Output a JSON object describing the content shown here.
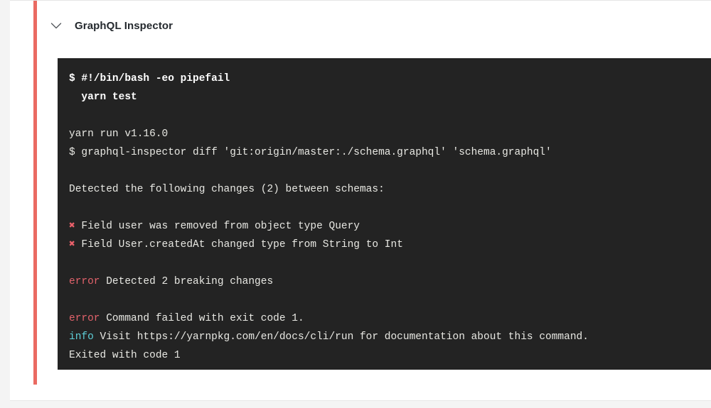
{
  "check": {
    "title": "GraphQL Inspector",
    "toggle_icon": "chevron-down-icon",
    "status_color": "#ea6a62"
  },
  "terminal": {
    "background_color": "#232323",
    "text_color": "#e8e8e3",
    "error_color": "#e2626b",
    "info_color": "#5ecfd8",
    "cross_glyph": "✖",
    "lines": [
      {
        "id": "l1",
        "kind": "command",
        "text": "$ #!/bin/bash -eo pipefail"
      },
      {
        "id": "l2",
        "kind": "command",
        "text": "  yarn test"
      },
      {
        "id": "l3",
        "kind": "blank",
        "text": ""
      },
      {
        "id": "l4",
        "kind": "plain",
        "text": "yarn run v1.16.0"
      },
      {
        "id": "l5",
        "kind": "plain",
        "text": "$ graphql-inspector diff 'git:origin/master:./schema.graphql' 'schema.graphql'"
      },
      {
        "id": "l6",
        "kind": "blank",
        "text": ""
      },
      {
        "id": "l7",
        "kind": "plain",
        "text": "Detected the following changes (2) between schemas:"
      },
      {
        "id": "l8",
        "kind": "blank",
        "text": ""
      },
      {
        "id": "l9",
        "kind": "cross",
        "prefix": "✖",
        "text": "Field user was removed from object type Query"
      },
      {
        "id": "l10",
        "kind": "cross",
        "prefix": "✖",
        "text": "Field User.createdAt changed type from String to Int"
      },
      {
        "id": "l11",
        "kind": "blank",
        "text": ""
      },
      {
        "id": "l12",
        "kind": "error",
        "prefix": "error",
        "text": "Detected 2 breaking changes"
      },
      {
        "id": "l13",
        "kind": "blank",
        "text": ""
      },
      {
        "id": "l14",
        "kind": "error",
        "prefix": "error",
        "text": "Command failed with exit code 1."
      },
      {
        "id": "l15",
        "kind": "info",
        "prefix": "info",
        "text": "Visit https://yarnpkg.com/en/docs/cli/run for documentation about this command."
      },
      {
        "id": "l16",
        "kind": "plain",
        "text": "Exited with code 1"
      }
    ]
  }
}
